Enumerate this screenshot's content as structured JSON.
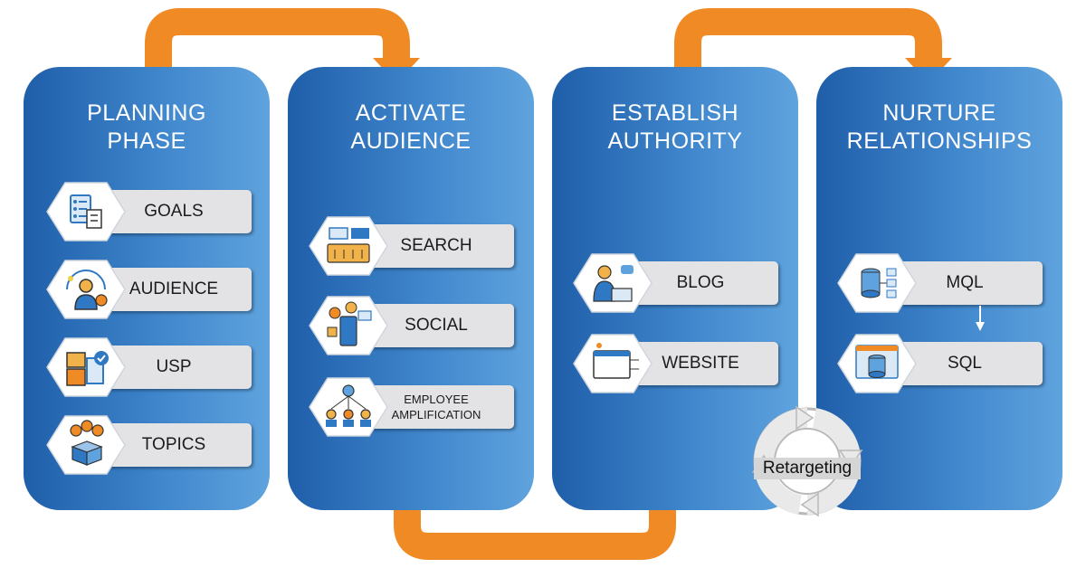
{
  "colors": {
    "panel_dark": "#1f5ea9",
    "panel_light": "#5fa3de",
    "arrow_orange": "#f08a24",
    "pill_bg": "#e3e3e5",
    "icon_blue": "#2e78c4"
  },
  "panels": [
    {
      "title_line1": "PLANNING",
      "title_line2": "PHASE",
      "items": [
        {
          "label": "GOALS",
          "icon": "goals-checklist-icon"
        },
        {
          "label": "AUDIENCE",
          "icon": "audience-person-icon"
        },
        {
          "label": "USP",
          "icon": "usp-thumbs-icon"
        },
        {
          "label": "TOPICS",
          "icon": "topics-box-icon"
        }
      ]
    },
    {
      "title_line1": "ACTIVATE",
      "title_line2": "AUDIENCE",
      "items": [
        {
          "label": "SEARCH",
          "icon": "search-keyboard-icon"
        },
        {
          "label": "SOCIAL",
          "icon": "social-phone-icon"
        },
        {
          "label": "EMPLOYEE\nAMPLIFICATION",
          "icon": "employee-network-icon"
        }
      ]
    },
    {
      "title_line1": "ESTABLISH",
      "title_line2": "AUTHORITY",
      "items": [
        {
          "label": "BLOG",
          "icon": "blog-laptop-icon"
        },
        {
          "label": "WEBSITE",
          "icon": "website-browser-icon"
        }
      ]
    },
    {
      "title_line1": "NURTURE",
      "title_line2": "RELATIONSHIPS",
      "items": [
        {
          "label": "MQL",
          "icon": "mql-database-icon"
        },
        {
          "label": "SQL",
          "icon": "sql-database-icon"
        }
      ]
    }
  ],
  "retargeting": {
    "label": "Retargeting",
    "icon": "cycle-arrows-icon"
  }
}
